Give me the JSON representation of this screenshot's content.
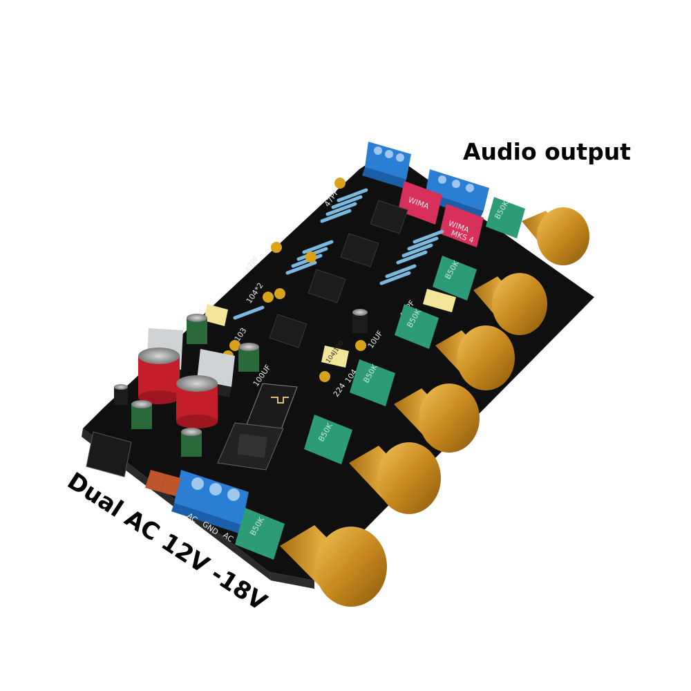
{
  "labels": {
    "audio_output": "Audio output",
    "power_input": "Dual AC 12V -18V"
  },
  "board_marks": {
    "terminal_pins": [
      "AC",
      "GND",
      "AC"
    ],
    "pot_value": "B50K",
    "cap_brand": "WIMA",
    "cap_model": "MKS 4",
    "silk_47pf": "47PF",
    "silk_104x2": "104*2",
    "silk_103": "103",
    "silk_10uf": "10UF",
    "silk_224": "224",
    "silk_104": "104",
    "silk_100uf": "100UF",
    "silk_10pf": "10PF",
    "film_cap": "104J100"
  },
  "colors": {
    "pcb": "#111111",
    "terminal": "#2a7fd4",
    "potentiometer": "#2e9b78",
    "knob": "#c98a1e",
    "wima_cap": "#d8305a",
    "electrolytic": "#c41e2a"
  },
  "knob_count": 6
}
